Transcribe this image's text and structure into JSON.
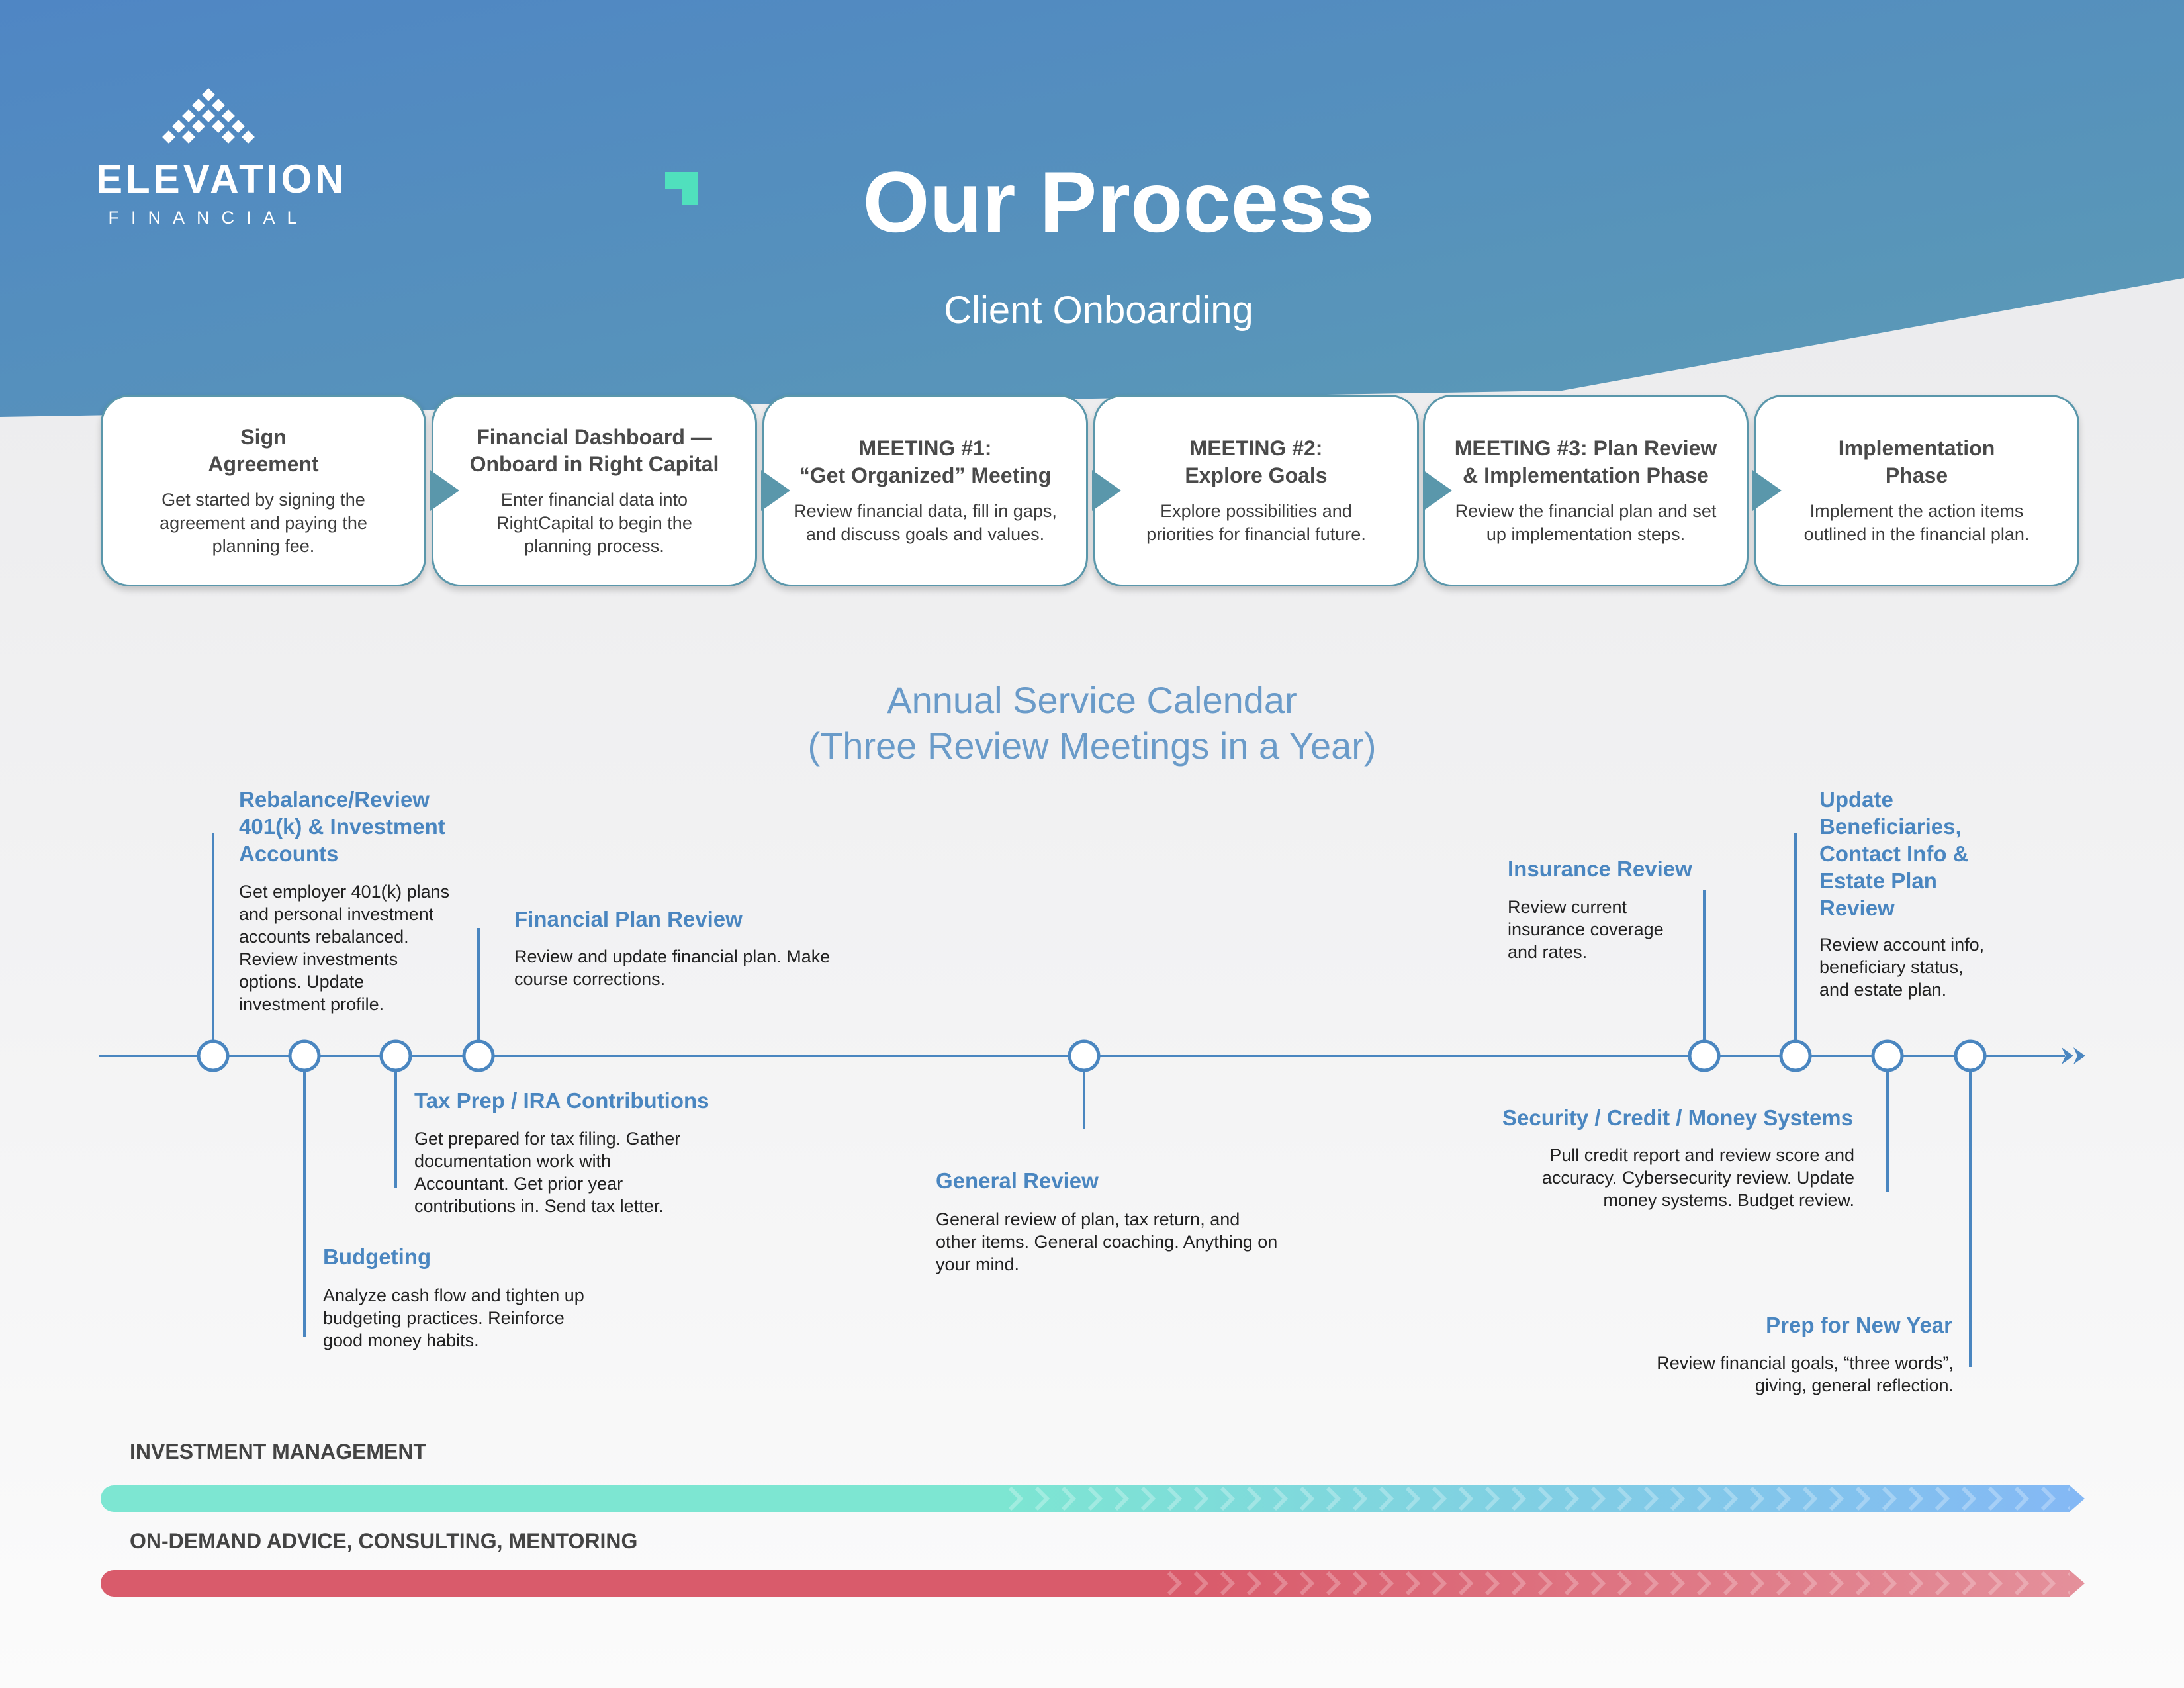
{
  "brand": {
    "name": "ELEVATION",
    "sub": "FINANCIAL"
  },
  "page_title": "Our Process",
  "page_subtitle": "Client Onboarding",
  "colors": {
    "header_start": "#4f86c4",
    "header_end": "#5c9bb5",
    "accent_teal": "#50e0bd",
    "timeline": "#4a86c0",
    "card_border": "#5a97ab",
    "investment_bar": "#7de6d2",
    "investment_bar_end": "#84b8f5",
    "advice_bar": "#d95b6b"
  },
  "onboarding": [
    {
      "title": "Sign\nAgreement",
      "desc": "Get started by signing the\nagreement and paying the\nplanning fee."
    },
    {
      "title": "Financial Dashboard —\nOnboard in Right Capital",
      "desc": "Enter financial data into\nRightCapital to begin the\nplanning process."
    },
    {
      "title": "MEETING #1:\n“Get Organized” Meeting",
      "desc": "Review financial data, fill in gaps,\nand discuss goals and values."
    },
    {
      "title": "MEETING #2:\nExplore Goals",
      "desc": "Explore possibilities and\npriorities for  financial future."
    },
    {
      "title": "MEETING #3: Plan Review\n& Implementation Phase",
      "desc": "Review the financial plan and set\nup implementation steps."
    },
    {
      "title": "Implementation\nPhase",
      "desc": "Implement the action items\noutlined in the financial plan."
    }
  ],
  "calendar": {
    "title_line1": "Annual Service Calendar",
    "title_line2": "(Three Review Meetings in a Year)",
    "events": [
      {
        "title": "Rebalance/Review\n401(k) & Investment\nAccounts",
        "desc": "Get employer 401(k) plans\nand personal investment\naccounts rebalanced.\nReview investments\noptions. Update\ninvestment profile."
      },
      {
        "title": "Budgeting",
        "desc": "Analyze cash flow and tighten up\nbudgeting practices. Reinforce\ngood money habits."
      },
      {
        "title": "Tax Prep / IRA Contributions",
        "desc": "Get prepared for tax filing. Gather\ndocumentation work with\nAccountant. Get prior year\ncontributions in. Send tax letter."
      },
      {
        "title": "Financial Plan Review",
        "desc": "Review and update financial plan. Make\ncourse corrections."
      },
      {
        "title": "General Review",
        "desc": "General review of plan, tax return, and\nother items. General coaching. Anything on\nyour mind."
      },
      {
        "title": "Insurance Review",
        "desc": "Review current\ninsurance coverage\nand rates."
      },
      {
        "title": "Update\nBeneficiaries,\nContact Info &\nEstate Plan\nReview",
        "desc": "Review account info,\nbeneficiary status,\nand estate plan."
      },
      {
        "title": "Security / Credit / Money Systems",
        "desc": "Pull credit report and review score and\naccuracy. Cybersecurity review. Update\nmoney systems. Budget review."
      },
      {
        "title": "Prep for New Year",
        "desc": "Review financial goals, “three words”,\ngiving, general reflection."
      }
    ]
  },
  "services": {
    "investment_label": "INVESTMENT MANAGEMENT",
    "advice_label": "ON-DEMAND ADVICE, CONSULTING, MENTORING"
  }
}
